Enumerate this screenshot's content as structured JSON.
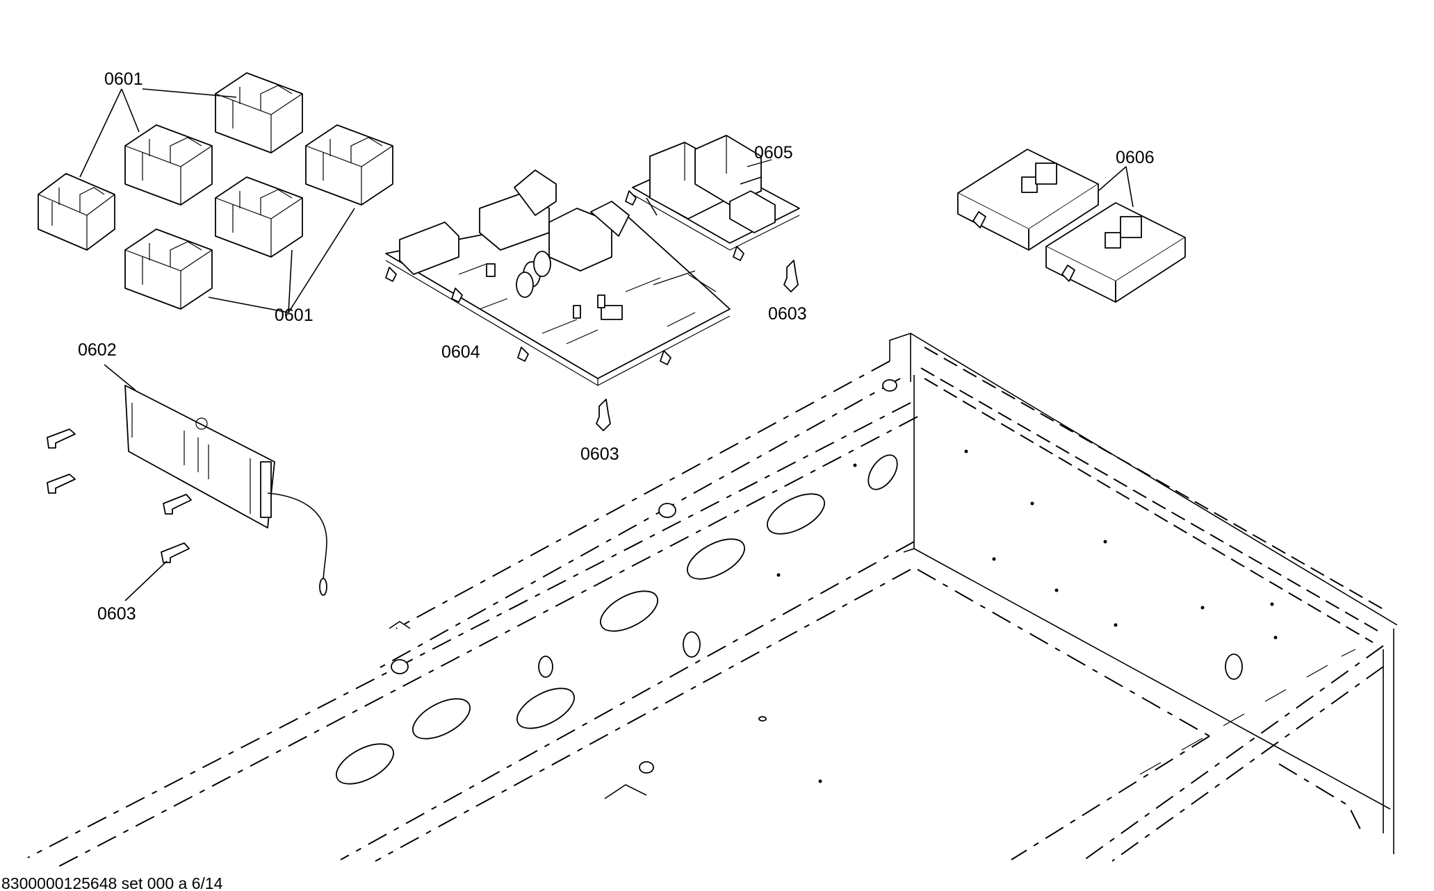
{
  "labels": {
    "relays_top": "0601",
    "relays_bottom": "0601",
    "board_0602": "0602",
    "standoff_left": "0603",
    "standoff_right": "0603",
    "standoff_center": "0603",
    "board_0604": "0604",
    "board_0605": "0605",
    "module_0606": "0606"
  },
  "footer": "8300000125648 set 000 a 6/14"
}
